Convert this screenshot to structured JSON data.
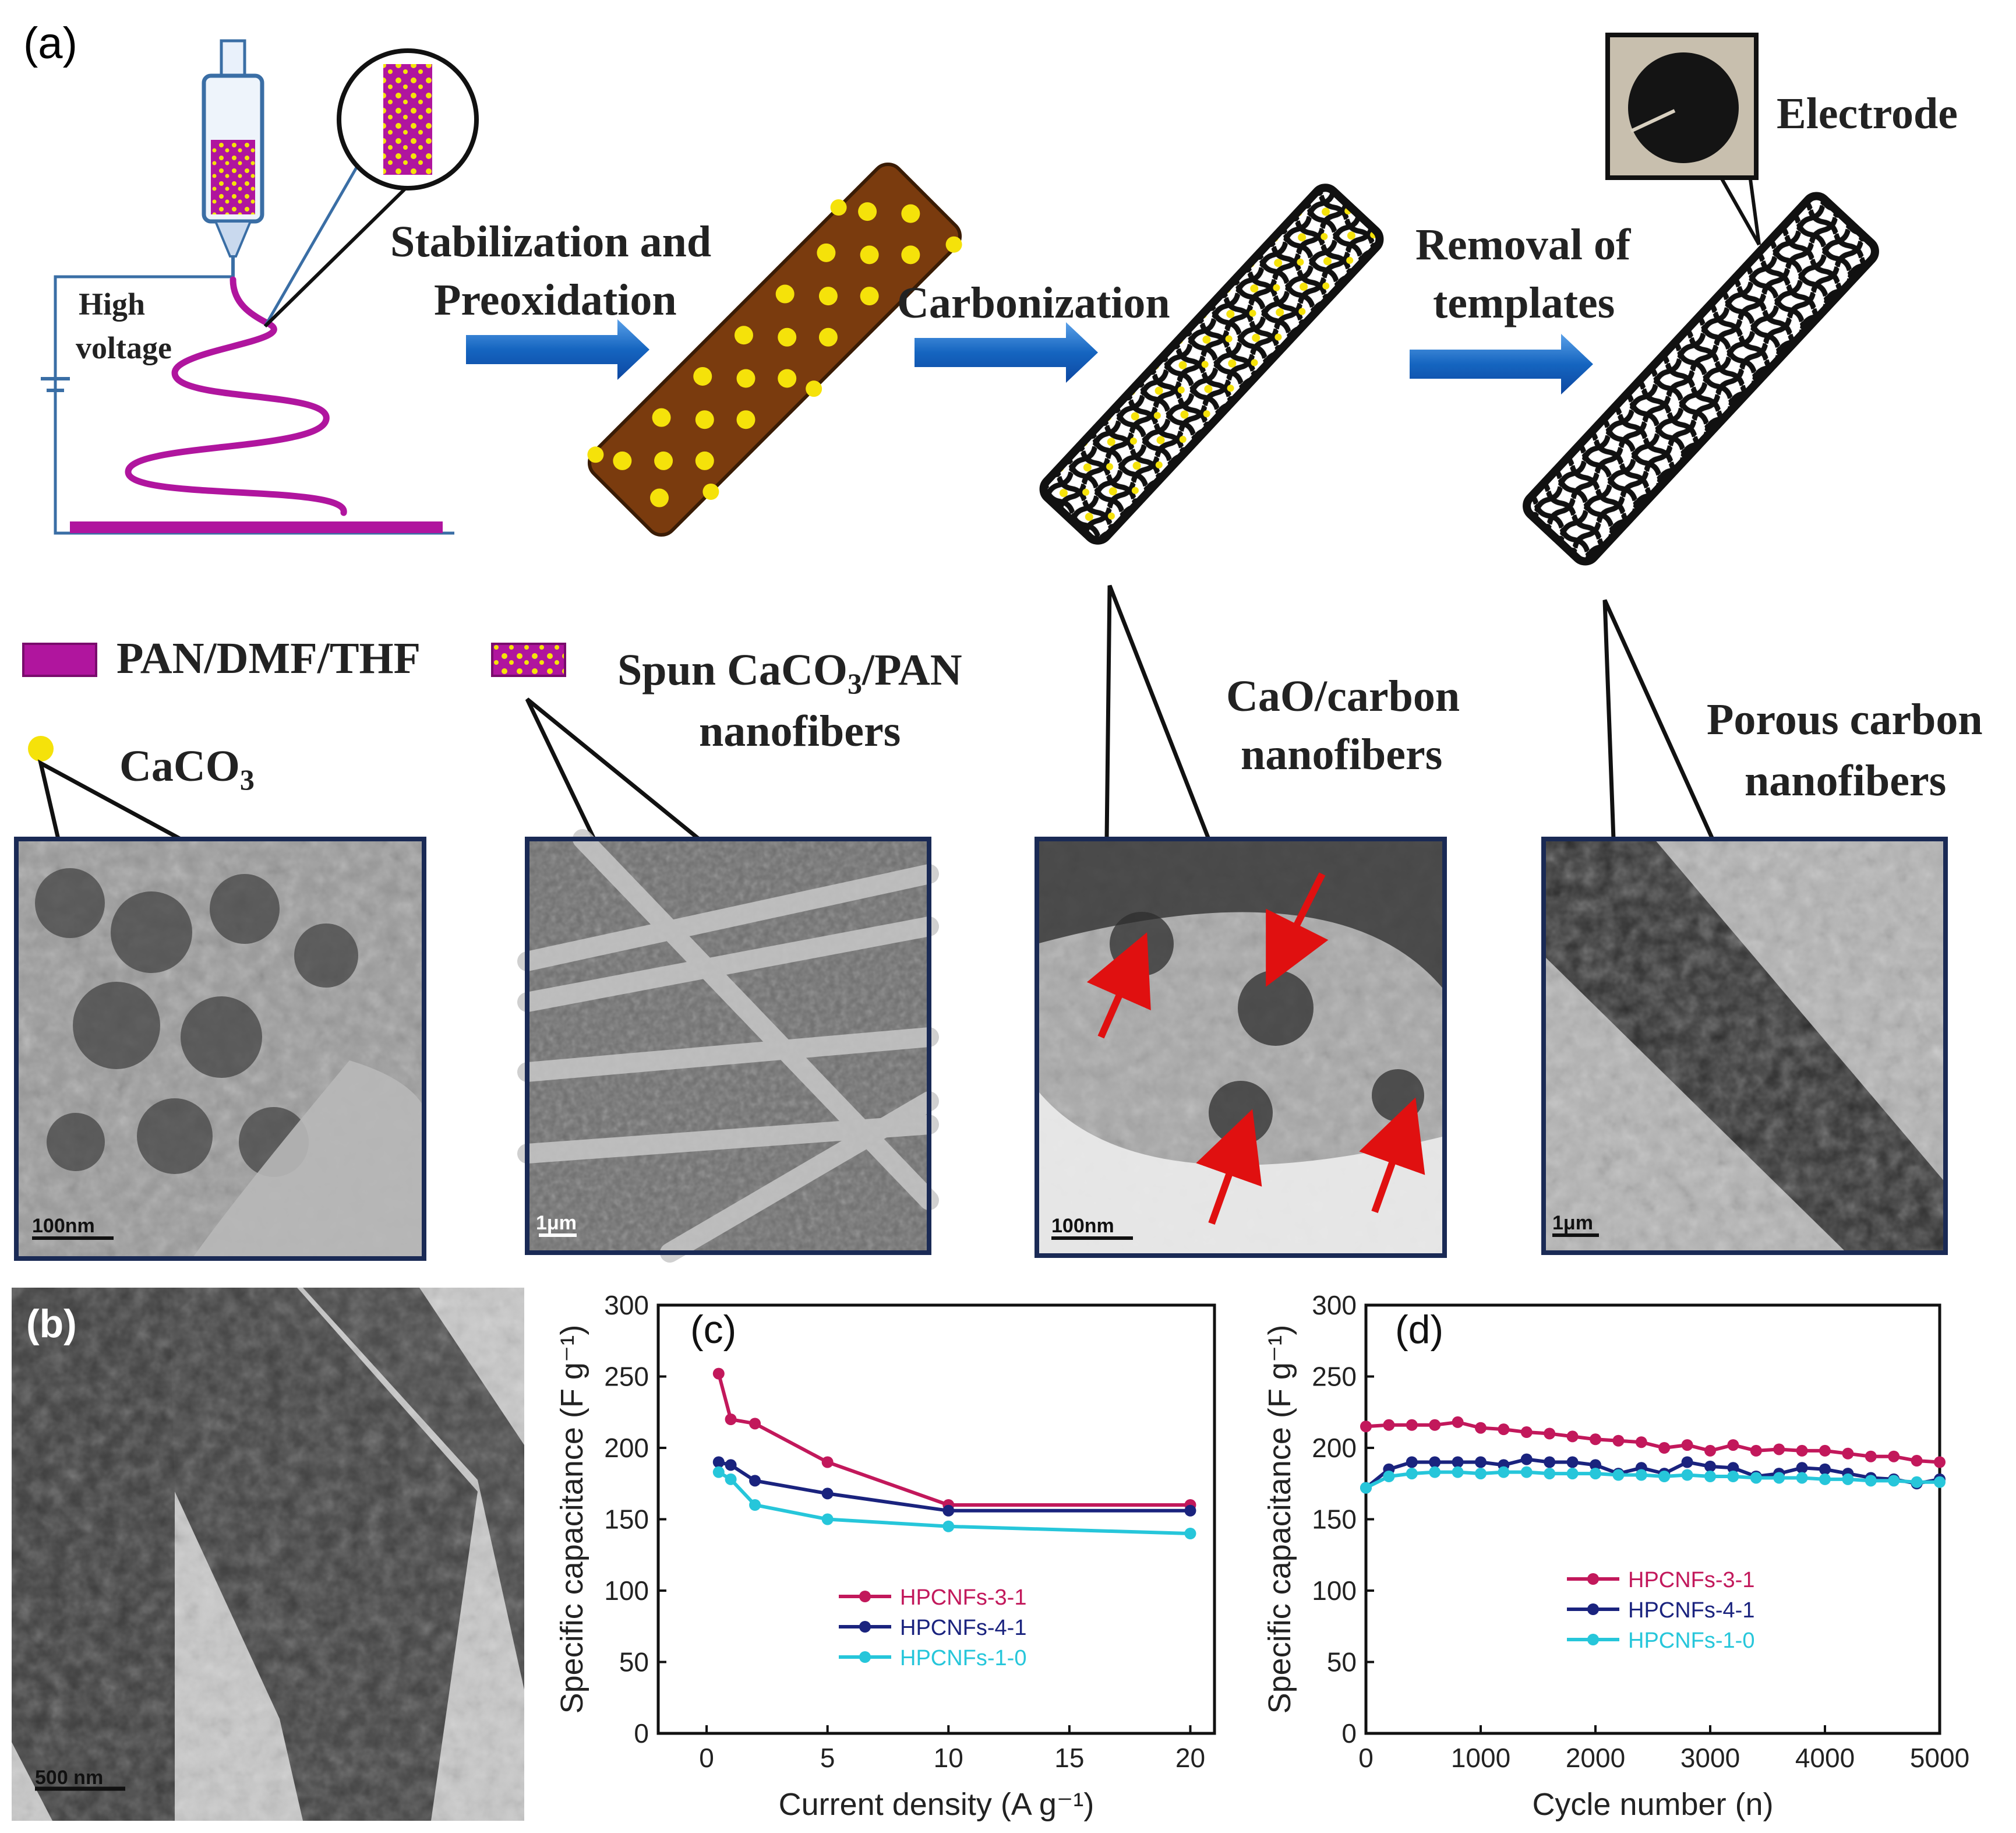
{
  "panels": {
    "a": "(a)",
    "b": "(b)",
    "c": "(c)",
    "d": "(d)"
  },
  "process": {
    "step1": [
      "Stabilization and",
      "Preoxidation"
    ],
    "step2": "Carbonization",
    "step3": [
      "Removal of",
      "templates"
    ],
    "electrode": "Electrode",
    "high_voltage": [
      "High",
      "voltage"
    ]
  },
  "legend": {
    "solution": "PAN/DMF/THF",
    "caco3": "CaCO",
    "caco3_sub": "3"
  },
  "captions": {
    "spun": {
      "line1_pre": "Spun CaCO",
      "line1_sub": "3",
      "line1_post": "/PAN",
      "line2": "nanofibers"
    },
    "cao": [
      "CaO/carbon",
      "nanofibers"
    ],
    "porous": [
      "Porous carbon",
      "nanofibers"
    ]
  },
  "micrographs": {
    "scale1": "100nm",
    "scale2": "1μm",
    "scale3": "100nm",
    "scale4": "1μm",
    "scale_b": "500 nm"
  },
  "colors": {
    "magenta": "#b0159e",
    "brown": "#7a3b0e",
    "yellow": "#f5e20a",
    "arrow_blue": "#1565c0",
    "frame": "#1a2a55",
    "series1": "#c2185b",
    "series2": "#1a237e",
    "series3": "#26c6da"
  },
  "chart_data": [
    {
      "panel": "(c)",
      "type": "line",
      "xlabel": "Current density (A g⁻¹)",
      "ylabel": "Specific capacitance (F g⁻¹)",
      "xlim": [
        -2,
        21
      ],
      "ylim": [
        0,
        300
      ],
      "xticks": [
        0,
        5,
        10,
        15,
        20
      ],
      "yticks": [
        0,
        50,
        100,
        150,
        200,
        250,
        300
      ],
      "legend_position": "center-right",
      "series": [
        {
          "name": "HPCNFs-3-1",
          "color": "#c2185b",
          "x": [
            0.5,
            1,
            2,
            5,
            10,
            20
          ],
          "y": [
            252,
            220,
            217,
            190,
            160,
            160
          ]
        },
        {
          "name": "HPCNFs-4-1",
          "color": "#1a237e",
          "x": [
            0.5,
            1,
            2,
            5,
            10,
            20
          ],
          "y": [
            190,
            188,
            177,
            168,
            156,
            156
          ]
        },
        {
          "name": "HPCNFs-1-0",
          "color": "#26c6da",
          "x": [
            0.5,
            1,
            2,
            5,
            10,
            20
          ],
          "y": [
            183,
            178,
            160,
            150,
            145,
            140
          ]
        }
      ]
    },
    {
      "panel": "(d)",
      "type": "line",
      "xlabel": "Cycle number (n)",
      "ylabel": "Specific capacitance (F g⁻¹)",
      "xlim": [
        0,
        5000
      ],
      "ylim": [
        0,
        300
      ],
      "xticks": [
        0,
        1000,
        2000,
        3000,
        4000,
        5000
      ],
      "yticks": [
        0,
        50,
        100,
        150,
        200,
        250,
        300
      ],
      "legend_position": "center",
      "series": [
        {
          "name": "HPCNFs-3-1",
          "color": "#c2185b",
          "x": [
            0,
            200,
            400,
            600,
            800,
            1000,
            1200,
            1400,
            1600,
            1800,
            2000,
            2200,
            2400,
            2600,
            2800,
            3000,
            3200,
            3400,
            3600,
            3800,
            4000,
            4200,
            4400,
            4600,
            4800,
            5000
          ],
          "y": [
            215,
            216,
            216,
            216,
            218,
            214,
            213,
            211,
            210,
            208,
            206,
            205,
            204,
            200,
            202,
            198,
            202,
            198,
            199,
            198,
            198,
            196,
            194,
            194,
            191,
            190
          ]
        },
        {
          "name": "HPCNFs-4-1",
          "color": "#1a237e",
          "x": [
            0,
            200,
            400,
            600,
            800,
            1000,
            1200,
            1400,
            1600,
            1800,
            2000,
            2200,
            2400,
            2600,
            2800,
            3000,
            3200,
            3400,
            3600,
            3800,
            4000,
            4200,
            4400,
            4600,
            4800,
            5000
          ],
          "y": [
            172,
            185,
            190,
            190,
            190,
            190,
            188,
            192,
            190,
            190,
            188,
            182,
            186,
            182,
            190,
            187,
            186,
            180,
            182,
            186,
            185,
            182,
            179,
            178,
            175,
            178
          ]
        },
        {
          "name": "HPCNFs-1-0",
          "color": "#26c6da",
          "x": [
            0,
            200,
            400,
            600,
            800,
            1000,
            1200,
            1400,
            1600,
            1800,
            2000,
            2200,
            2400,
            2600,
            2800,
            3000,
            3200,
            3400,
            3600,
            3800,
            4000,
            4200,
            4400,
            4600,
            4800,
            5000
          ],
          "y": [
            172,
            180,
            182,
            183,
            183,
            182,
            183,
            183,
            182,
            182,
            182,
            181,
            181,
            180,
            181,
            180,
            180,
            179,
            179,
            179,
            178,
            178,
            177,
            177,
            176,
            176
          ]
        }
      ]
    }
  ]
}
